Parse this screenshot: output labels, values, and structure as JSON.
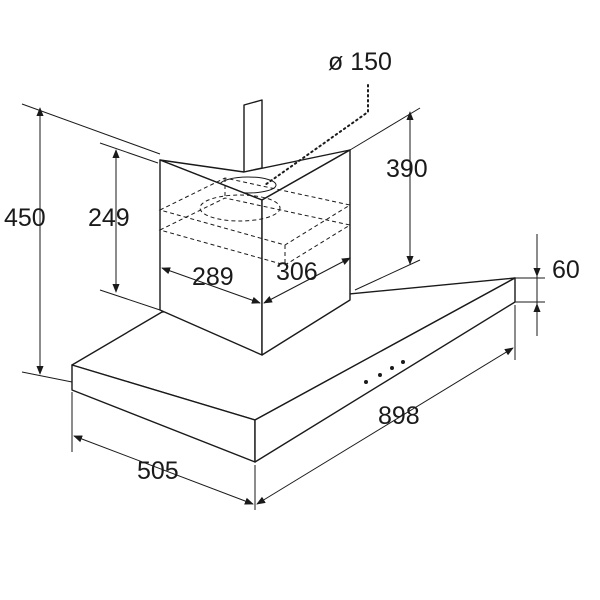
{
  "diagram": {
    "dimensions": {
      "duct_diameter": "ø 150",
      "total_height": "450",
      "chimney_height": "249",
      "chimney_upper": "390",
      "chimney_width": "289",
      "chimney_depth": "306",
      "canopy_thickness": "60",
      "canopy_depth": "505",
      "canopy_width": "898"
    }
  }
}
